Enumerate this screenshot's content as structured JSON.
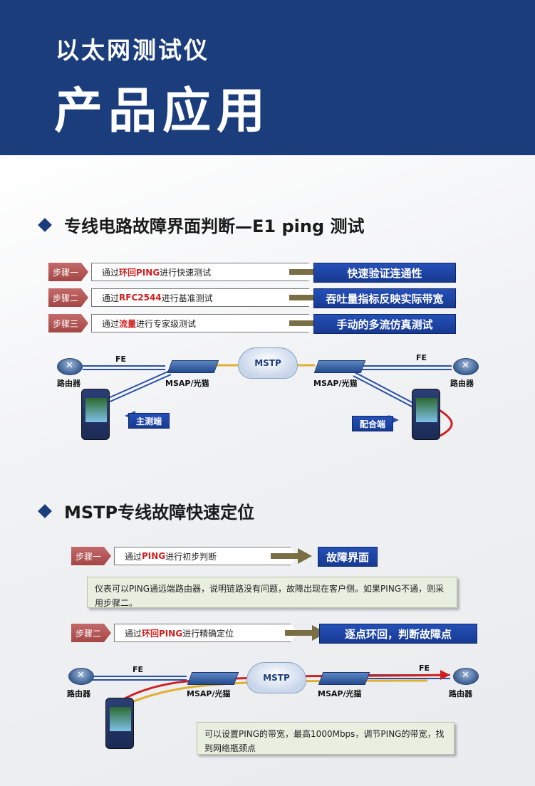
{
  "header": {
    "subtitle": "以太网测试仪",
    "title": "产品应用"
  },
  "section1": {
    "title": "专线电路故障界面判断—E1 ping 测试",
    "steps": [
      {
        "tag": "步骤一",
        "pre": "通过",
        "hl": "环回PING",
        "post": "进行快速测试",
        "result": "快速验证连通性"
      },
      {
        "tag": "步骤二",
        "pre": "通过",
        "hl": "RFC2544",
        "post": "进行基准测试",
        "result": "吞吐量指标反映实际带宽"
      },
      {
        "tag": "步骤三",
        "pre": "通过",
        "hl": "流量",
        "post": "进行专家级测试",
        "result": "手动的多流仿真测试"
      }
    ],
    "diagram": {
      "fe_left": "FE",
      "fe_right": "FE",
      "cloud": "MSTP",
      "router_left": "路由器",
      "router_right": "路由器",
      "msap_left": "MSAP/光猫",
      "msap_right": "MSAP/光猫",
      "master": "主测端",
      "slave": "配合端"
    }
  },
  "section2": {
    "title": "MSTP专线故障快速定位",
    "step1": {
      "tag": "步骤一",
      "pre": "通过",
      "hl": "PING",
      "post": "进行初步判断",
      "result": "故障界面"
    },
    "note1": "仪表可以PING通远端路由器，说明链路没有问题，故障出现在客户侧。如果PING不通，则采用步骤二。",
    "step2": {
      "tag": "步骤二",
      "pre": "通过",
      "hl": "环回PING",
      "post": "进行精确定位",
      "result": "逐点环回，判断故障点"
    },
    "diagram": {
      "fe_left": "FE",
      "fe_right": "FE",
      "cloud": "MSTP",
      "router_left": "路由器",
      "router_right": "路由器",
      "msap_left": "MSAP/光猫",
      "msap_right": "MSAP/光猫"
    },
    "note2": "可以设置PING的带宽，最高1000Mbps，调节PING的带宽，找到网络瓶颈点"
  },
  "colors": {
    "header_bg": "#1c3d7c",
    "result_bg": "#1f46a8",
    "step_tag": "#b05252",
    "highlight": "#d02020"
  }
}
